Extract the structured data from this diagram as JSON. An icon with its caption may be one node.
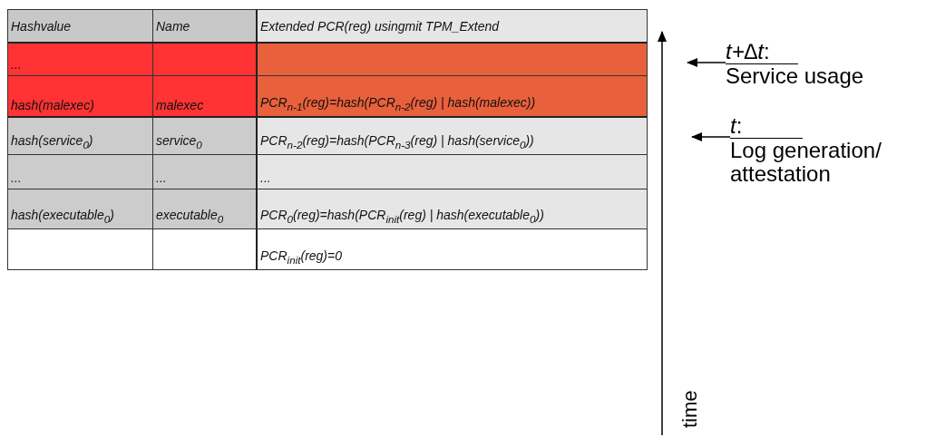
{
  "diagram": {
    "nodes": [
      {
        "text": [
          "*t+∆t*:",
          "Service usage"
        ]
      },
      {
        "text": [
          "*t*:",
          "Log generation/ attestation"
        ]
      }
    ],
    "edges": [
      {
        "from": 0,
        "to": null,
        "arrow": "to"
      },
      {
        "from": 1,
        "to": null,
        "arrow": "to"
      }
    ],
    "labels": [
      "Hashvalue",
      "Name",
      "Extended PCR(reg) usingmit TPM_Extend",
      "...",
      "hash(malexec)",
      "malexec",
      "PCR$_{n-1}$(reg)=hash(PCR$_{n-2}$(reg) | hash(malexec))",
      "hash(service$_{0}$)",
      "service$_{0}$",
      "PCR$_{n-2}$(reg)=hash(PCR$_{n-3}$(reg) | hash(service$_{0}$))",
      "...",
      "...",
      "...",
      "hash(executable$_{0}$)",
      "executable$_{0}$",
      "PCR$_{0}$(reg)=hash(PCR$_{init}$(reg) | hash(executable$_{0}$))",
      "PCR$_{init}$(reg)=0",
      "time"
    ]
  }
}
